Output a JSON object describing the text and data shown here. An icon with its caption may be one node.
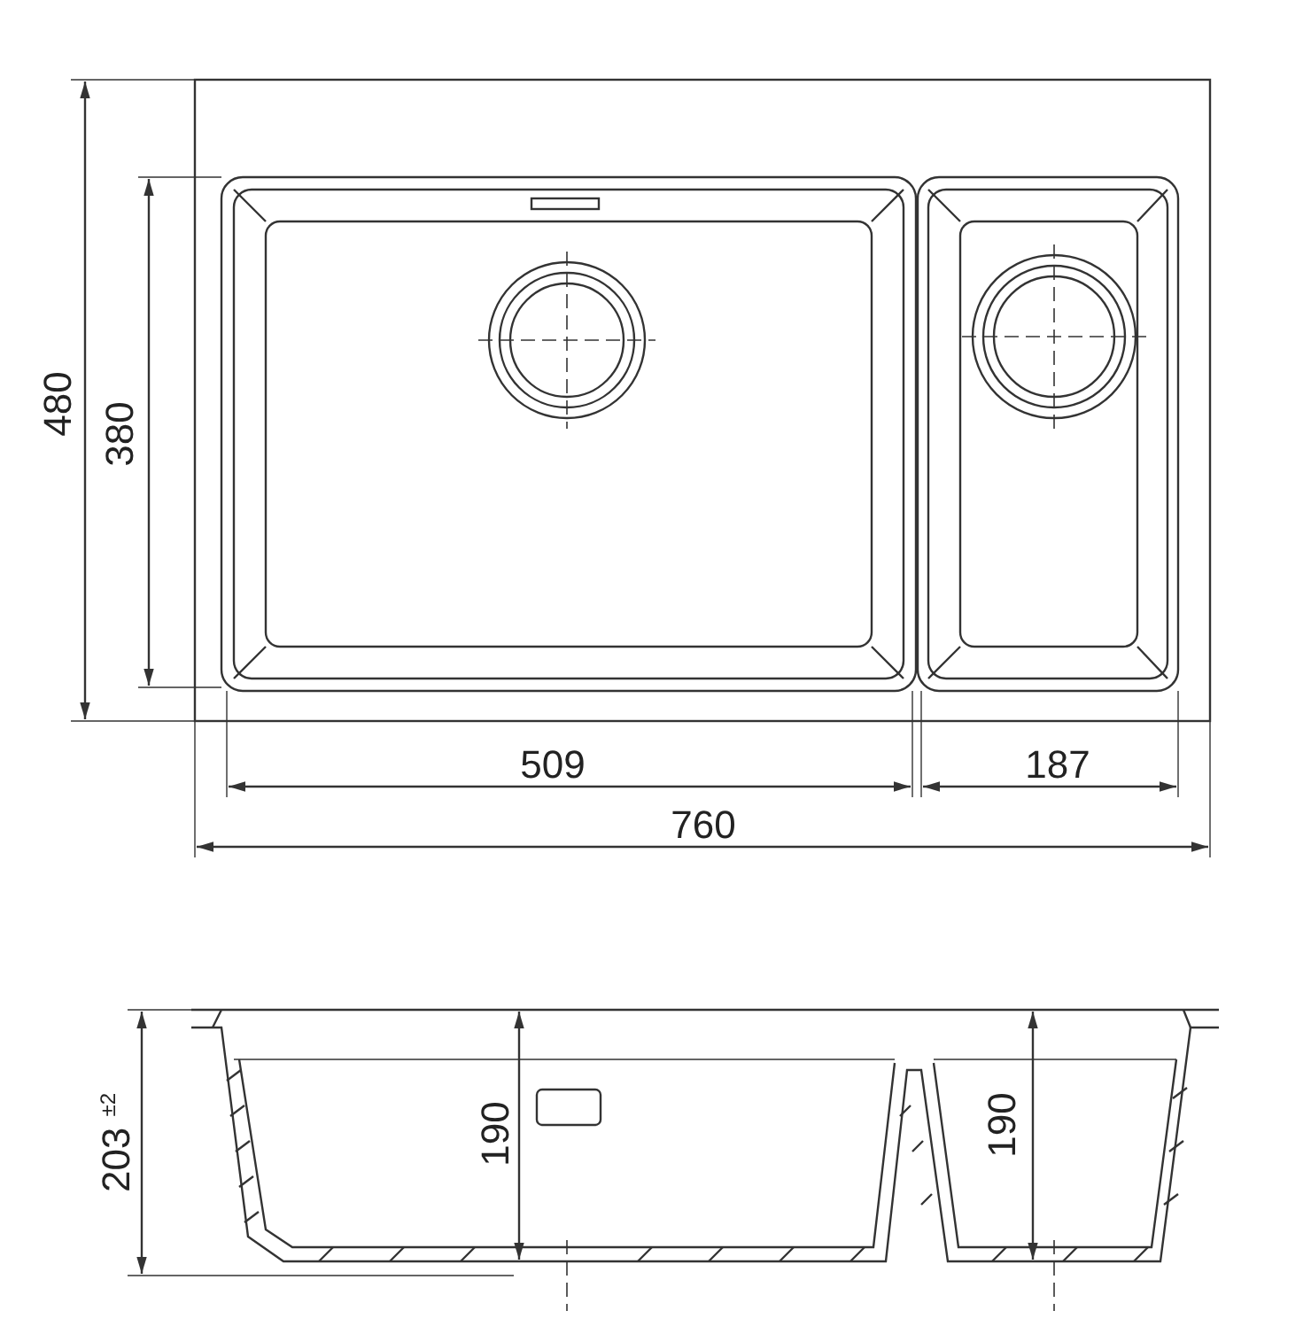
{
  "diagram": {
    "labels": [
      "480",
      "380",
      "509",
      "187",
      "760",
      "203 $^{±2}$",
      "190",
      "190"
    ]
  }
}
